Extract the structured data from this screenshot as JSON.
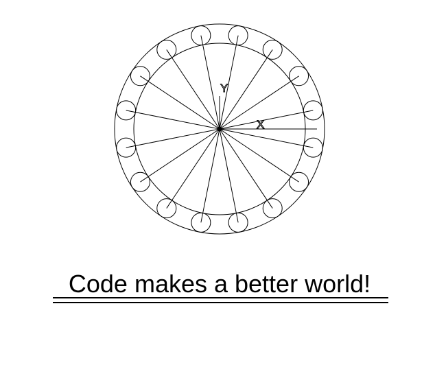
{
  "drawing": {
    "caption": "Code makes a better world!",
    "x_axis_label": "X",
    "y_axis_label": "Y",
    "small_circle_count": 16,
    "spoke_count": 16,
    "line_color": "#000000",
    "background_color": "#ffffff"
  }
}
